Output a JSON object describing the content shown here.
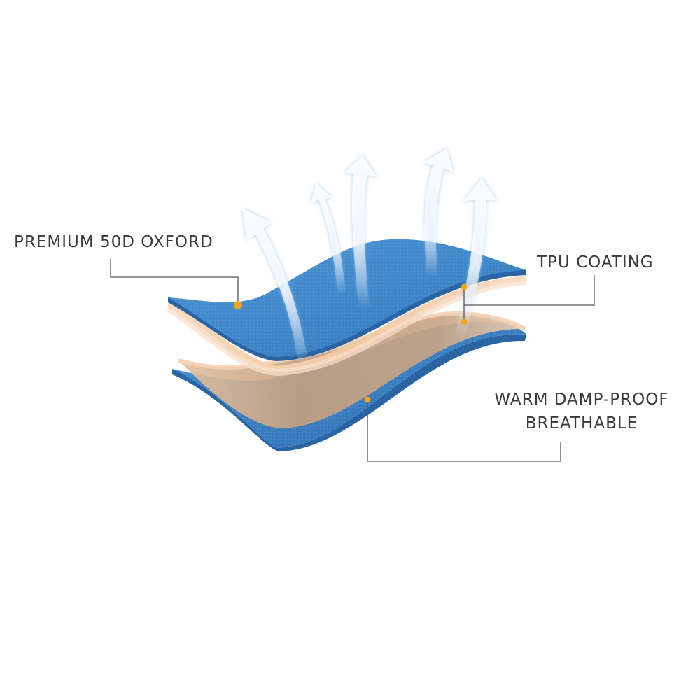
{
  "labels": {
    "premium_oxford": "PREMIUM 50D OXFORD",
    "tpu_coating": "TPU COATING",
    "warm_line1": "WARM DAMP-PROOF",
    "warm_line2": "BREATHABLE"
  },
  "icons": {
    "airflow": "airflow-arrow-icon",
    "marker": "callout-dot-icon"
  },
  "colors": {
    "fabric_blue": "#3f86c8",
    "fabric_edge": "#2a64a3",
    "tpu_peach": "#f3c9a6",
    "insulation_tan": "#c7a283",
    "marker_orange": "#f4a31c",
    "leader_line": "#555555",
    "text": "#3a3a3a"
  }
}
